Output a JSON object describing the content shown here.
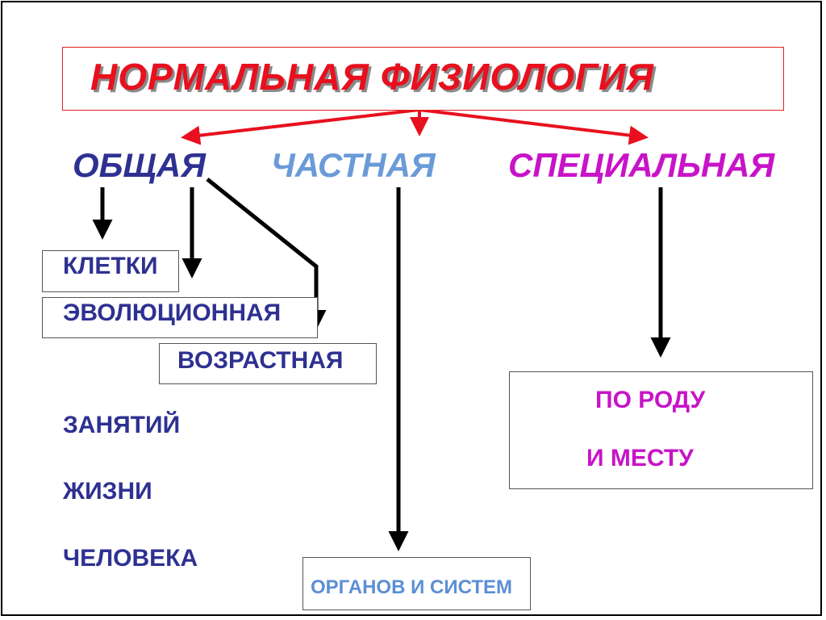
{
  "title": "НОРМАЛЬНАЯ ФИЗИОЛОГИЯ",
  "branches": {
    "general": "ОБЩАЯ",
    "particular": "ЧАСТНАЯ",
    "special": "СПЕЦИАЛЬНАЯ"
  },
  "general_items": {
    "cells": "КЛЕТКИ",
    "evolutionary": "ЭВОЛЮЦИОННАЯ",
    "age": "ВОЗРАСТНАЯ",
    "occupation": "ЗАНЯТИЙ",
    "life": "ЖИЗНИ",
    "human": "ЧЕЛОВЕКА"
  },
  "particular_items": {
    "organs": "ОРГАНОВ И СИСТЕМ"
  },
  "special_items": {
    "kind": "ПО РОДУ",
    "place": "И  МЕСТУ"
  },
  "colors": {
    "title": "#e8101e",
    "general": "#2e3191",
    "particular": "#6a9bd8",
    "special": "#c813c8",
    "arrows_top": "#e8101e",
    "arrows": "#000000"
  }
}
